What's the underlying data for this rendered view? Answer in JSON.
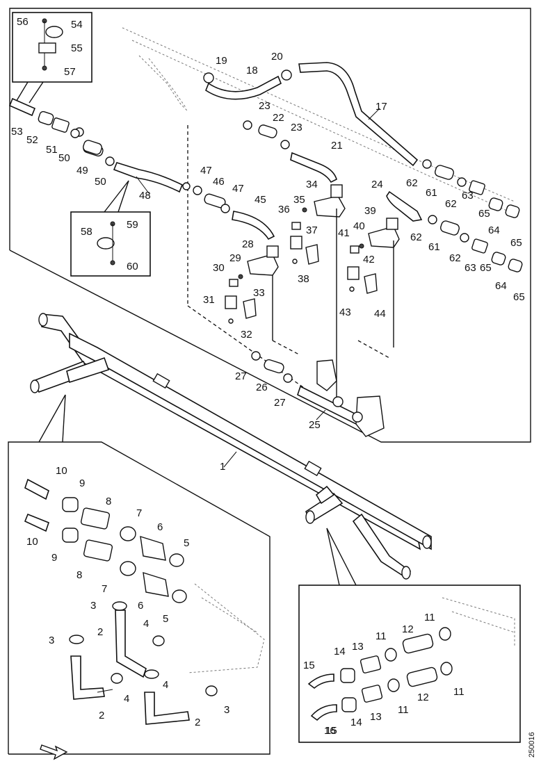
{
  "callouts": [
    "1",
    "2",
    "3",
    "4",
    "5",
    "6",
    "7",
    "8",
    "9",
    "10",
    "11",
    "12",
    "13",
    "14",
    "15",
    "16",
    "17",
    "18",
    "19",
    "20",
    "21",
    "22",
    "23",
    "24",
    "25",
    "26",
    "27",
    "28",
    "29",
    "30",
    "31",
    "32",
    "33",
    "34",
    "35",
    "36",
    "37",
    "38",
    "39",
    "40",
    "41",
    "42",
    "43",
    "44",
    "45",
    "46",
    "47",
    "48",
    "49",
    "50",
    "51",
    "52",
    "53",
    "54",
    "55",
    "56",
    "57",
    "58",
    "59",
    "60",
    "61",
    "62",
    "63",
    "64",
    "65"
  ],
  "document_id": "250016",
  "icons": {
    "direction_arrow": "forward-arrow-icon"
  }
}
